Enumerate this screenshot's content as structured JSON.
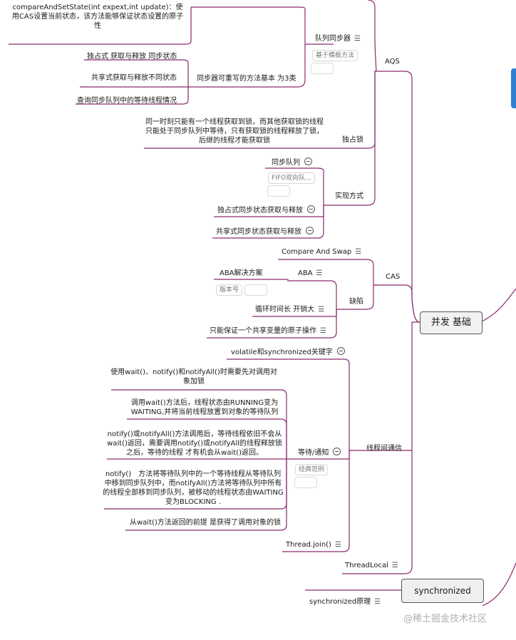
{
  "root": "并发 基础",
  "synchronized_node": "synchronized",
  "watermark": "@稀土掘金技术社区",
  "aqs": {
    "label": "AQS",
    "queue_sync": {
      "label": "队列同步器",
      "tag": "基于模板方法",
      "cas_method": "compareAndSetState(int expext,int update)：使用CAS设置当前状态，该方法能够保证状态设置的原子性",
      "rewritable": {
        "label": "同步器可重写的方法基本 为3类",
        "items": [
          "独占式 获取与释放 同步状态",
          "共享式获取与释放不同状态",
          "查询同步队列中的等待线程情况"
        ]
      }
    },
    "exclusive_lock": {
      "label": "独占锁",
      "desc": "同一时刻只能有一个线程获取到锁，而其他获取锁的线程只能处于同步队列中等待，只有获取锁的线程释放了锁，后继的线程才能获取锁"
    },
    "impl": {
      "label": "实现方式",
      "sync_queue": "同步队列",
      "sync_queue_tag": "FIFO双向队...",
      "exclusive": "独占式同步状态获取与释放",
      "shared": "共享式同步状态获取与释放"
    }
  },
  "cas": {
    "label": "CAS",
    "compare_swap": "Compare And Swap",
    "defects": {
      "label": "缺陷",
      "aba": "ABA",
      "aba_solution": "ABA解决方案",
      "aba_tag": "版本号",
      "loop": "循环时间长 开销大",
      "atomic": "只能保证一个共享变量的原子操作"
    }
  },
  "comm": {
    "label": "线程间通信",
    "volatile": "volatile和synchronized关键字",
    "wait_notify": {
      "label": "等待/通知",
      "tag": "经典范例",
      "items": [
        "使用wait()、notify()和notifyAll()时需要先对调用对象加锁",
        "调用wait()方法后，线程状态由RUNNING变为WAITING,并将当前线程放置到对象的等待队列",
        "notify()或notifyAll()方法调用后，等待线程依旧不会从wait()返回，需要调用notify()或notifyAll的线程释放锁之后，等待的线程 才有机会从wait()返回。",
        "notify()　方法将等待队列中的一个等待线程从等待队列中移到同步队列中，而notifyAll()方法将等待队列中所有的线程全部移到同步队列，被移动的线程状态由WAITING变为BLOCKING .",
        "从wait()方法返回的前提 是获得了调用对象的锁"
      ]
    },
    "join": "Thread.join()",
    "threadlocal": "ThreadLocal"
  },
  "sync_principle": "synchronized原理",
  "colors": {
    "branch": "#8c2a6e",
    "line": "#555555"
  }
}
